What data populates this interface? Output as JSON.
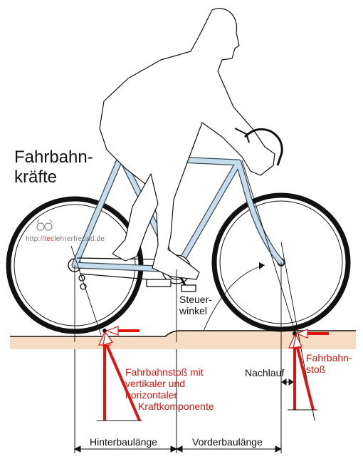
{
  "title": {
    "line1": "Fahrbahn-",
    "line2": "kräfte"
  },
  "labels": {
    "steering_angle_line1": "Steuer-",
    "steering_angle_line2": "winkel",
    "trail": "Nachlauf",
    "rear_length": "Hinterbaulänge",
    "front_length": "Vorderbaulänge"
  },
  "red_labels": {
    "rear_impact_line1": "Fahrbahnstoß mit",
    "rear_impact_line2": "vertikaler und",
    "rear_impact_line3": "horizontaler",
    "rear_impact_line4": "Kraftkomponente",
    "front_impact_line1": "Fahrbahn-",
    "front_impact_line2": "stoß"
  },
  "watermark": {
    "prefix": "http://",
    "brand": "tec",
    "suffix": "lehrerfreund.de"
  },
  "colors": {
    "frame": "#c5dcec",
    "frame_outline": "#3a4a55",
    "force": "#e0140f",
    "road": "#f6dcc2",
    "line": "#111111"
  }
}
